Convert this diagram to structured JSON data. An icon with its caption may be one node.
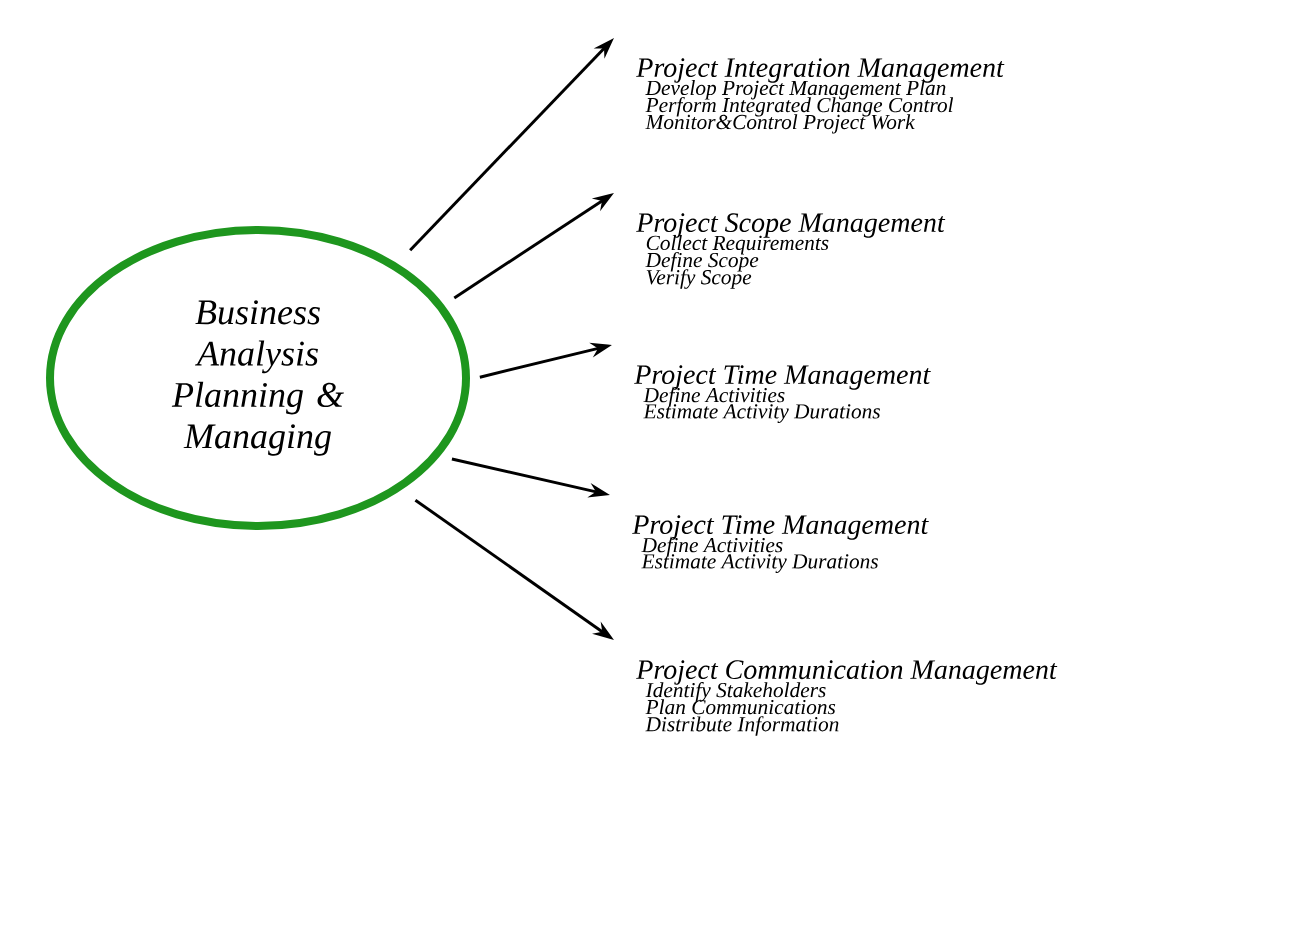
{
  "diagram": {
    "nodes": [
      {
        "text": [
          "Business Analysis Planning & Managing"
        ]
      },
      {
        "text": [
          "Project Integration Management",
          "Develop Project Management Plan",
          "Perform Integrated Change Control",
          "Monitor&Control Project Work"
        ]
      },
      {
        "text": [
          "Project Scope Management",
          "Collect Requirements",
          "Define Scope",
          "Verify Scope"
        ]
      },
      {
        "text": [
          "Project Time Management",
          "Define Activities",
          "Estimate Activity Durations"
        ]
      },
      {
        "text": [
          "Project Time Management",
          "Define Activities",
          "Estimate Activity Durations"
        ]
      },
      {
        "text": [
          "Project Communication Management",
          "Identify Stakeholders",
          "Plan Communications",
          "Distribute Information"
        ]
      }
    ],
    "edges": [
      {
        "from": 0,
        "to": 1,
        "arrow": "to"
      },
      {
        "from": 0,
        "to": 2,
        "arrow": "to"
      },
      {
        "from": 0,
        "to": 3,
        "arrow": "to"
      },
      {
        "from": 0,
        "to": 4,
        "arrow": "to"
      },
      {
        "from": 0,
        "to": 5,
        "arrow": "to"
      }
    ]
  }
}
